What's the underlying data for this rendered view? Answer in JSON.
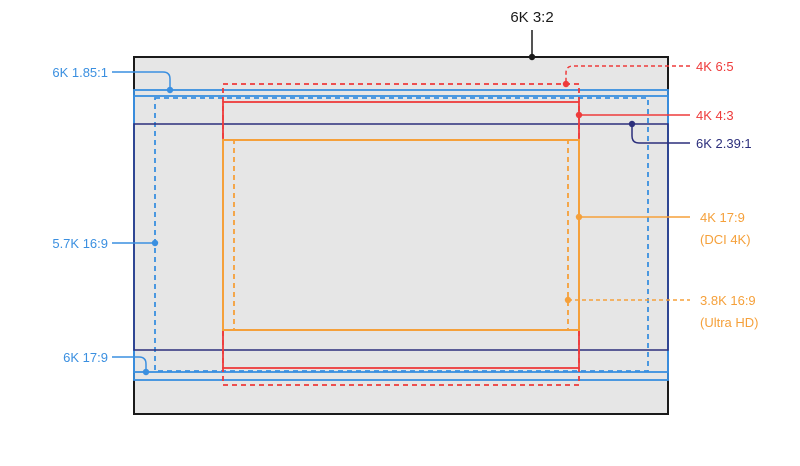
{
  "colors": {
    "sensor_fill": "#e6e6e6",
    "sensor_stroke": "#1a1a1a",
    "light_blue": "#3a8fe0",
    "navy": "#2c2f7c",
    "red": "#ee3b3b",
    "orange": "#f5a03a"
  },
  "labels": {
    "sensor": "6K 3:2",
    "k6_185": "6K 1.85:1",
    "k57_169": "5.7K 16:9",
    "k6_179": "6K 17:9",
    "k4_65": "4K 6:5",
    "k4_43": "4K 4:3",
    "k6_239": "6K 2.39:1",
    "k4_179_line1": "4K 17:9",
    "k4_179_line2": "(DCI 4K)",
    "k38_169_line1": "3.8K 16:9",
    "k38_169_line2": "(Ultra HD)"
  }
}
